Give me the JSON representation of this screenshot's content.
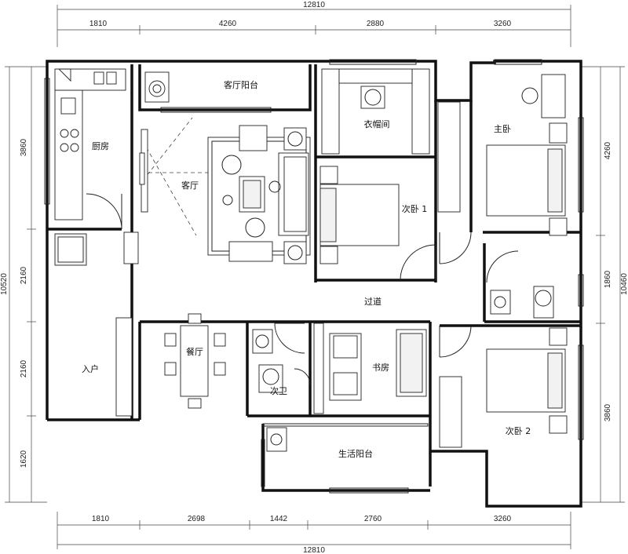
{
  "dimensions": {
    "top_total": "12810",
    "top_segments": [
      "1810",
      "4260",
      "2880",
      "3260"
    ],
    "bottom_total": "12810",
    "bottom_segments": [
      "1810",
      "2698",
      "1442",
      "2760",
      "3260"
    ],
    "left_total": "10520",
    "left_segments": [
      "3860",
      "2160",
      "2160",
      "1620"
    ],
    "right_total": "10460",
    "right_segments": [
      "4260",
      "1860",
      "3860"
    ]
  },
  "rooms": {
    "living_balcony": "客厅阳台",
    "kitchen": "厨房",
    "living_room": "客厅",
    "cloakroom": "衣帽间",
    "master_bedroom": "主卧",
    "second_bedroom_1": "次卧 1",
    "corridor": "过道",
    "dining_room": "餐厅",
    "entrance": "入户",
    "second_bathroom": "次卫",
    "study": "书房",
    "service_balcony": "生活阳台",
    "second_bedroom_2": "次卧 2"
  }
}
